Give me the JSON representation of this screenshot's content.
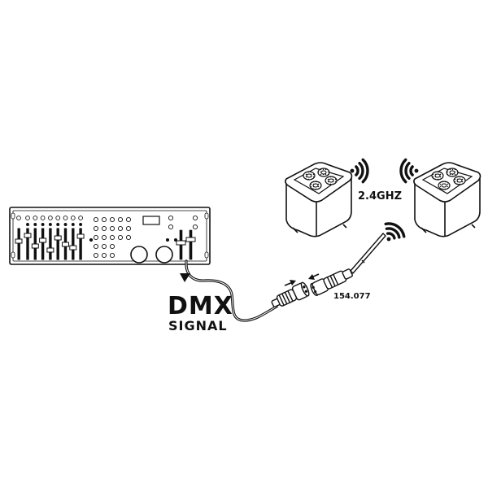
{
  "labels": {
    "dmx": "DMX",
    "signal": "SIGNAL",
    "frequency": "2.4GHZ",
    "model": "154.077"
  },
  "colors": {
    "stroke": "#111111",
    "fill": "#ffffff"
  },
  "icons": {
    "controller": "dmx-controller-icon",
    "light": "par-light-icon",
    "wireless": "wireless-signal-icon",
    "connector": "xlr-connector-icon",
    "transmitter": "wireless-transmitter-icon"
  }
}
